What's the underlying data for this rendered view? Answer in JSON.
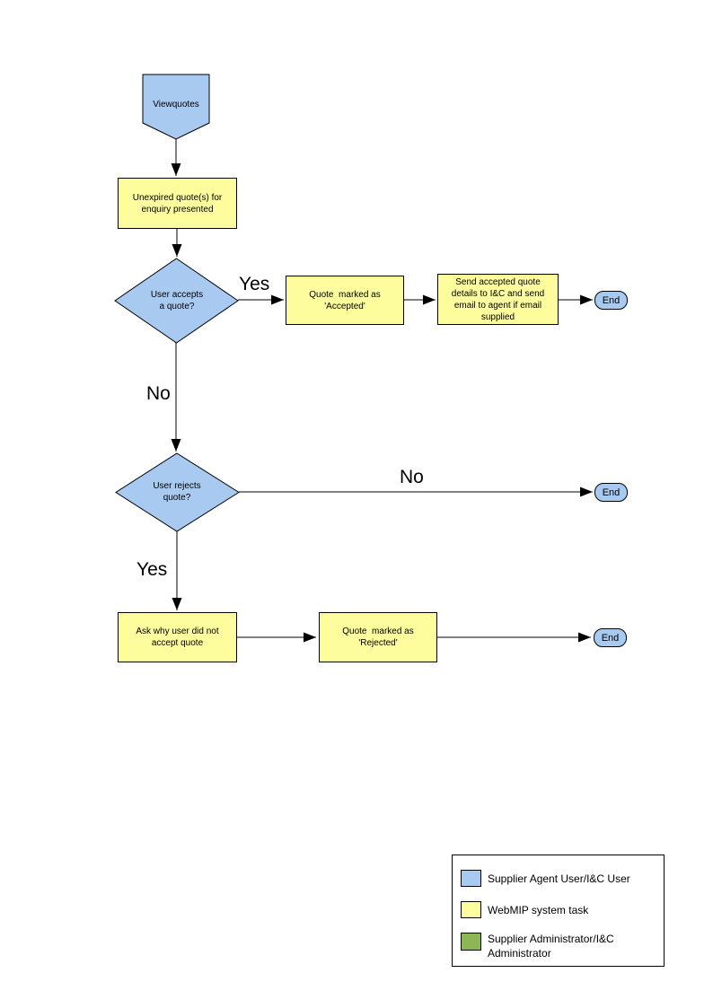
{
  "palette": {
    "blue": "#A8CAF0",
    "yellow": "#FDFD9E",
    "green": "#8DB755",
    "line": "#000000"
  },
  "flowchart": {
    "nodes": {
      "viewquotes": "Viewquotes",
      "unexpired": "Unexpired quote(s) for\nenquiry presented",
      "accepts_question": "User accepts\na quote?",
      "marked_accepted": "Quote  marked as\n'Accepted'",
      "send_details": "Send accepted quote\ndetails to I&C and send\nemail to agent if email\nsupplied",
      "rejects_question": "User rejects\nquote?",
      "ask_why": "Ask why user did not\naccept quote",
      "marked_rejected": "Quote  marked as\n'Rejected'",
      "end1": "End",
      "end2": "End",
      "end3": "End"
    },
    "edge_labels": {
      "accepts_yes": "Yes",
      "accepts_no": "No",
      "rejects_no": "No",
      "rejects_yes": "Yes"
    }
  },
  "legend": {
    "items": [
      {
        "label": "Supplier Agent User/I&C User",
        "color": "#A8CAF0"
      },
      {
        "label": "WebMIP system task",
        "color": "#FDFD9E"
      },
      {
        "label": "Supplier Administrator/I&C\nAdministrator",
        "color": "#8DB755"
      }
    ]
  }
}
